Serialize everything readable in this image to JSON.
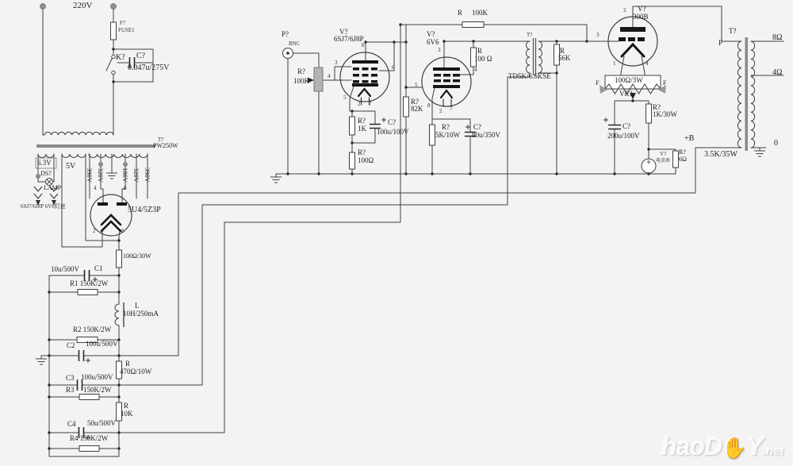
{
  "colors": {
    "wire": "#3f3f3f",
    "background": "#f3f3f1",
    "electrode_bar": "#161616",
    "core_gray": "#8a8a8a"
  },
  "psu": {
    "mains_voltage": "220V",
    "fuse": {
      "ref": "F?",
      "name": "FUSE1"
    },
    "switch_ref": "K?",
    "snubber": {
      "ref": "C?",
      "value": "0.047u/275V"
    },
    "transformer": {
      "ref": "T?",
      "rating": "PW250W",
      "winding_6v3": "6.3V",
      "winding_5v": "5V",
      "hv_taps": [
        "390V",
        "320V",
        "100V",
        "320V",
        "390V"
      ]
    },
    "pilot": {
      "ref": "DS?",
      "label": "LAMP"
    },
    "heater_note": "6SJ7/6J8P 6V6灯丝",
    "rectifier": {
      "name": "5U4/5Z3P",
      "pin4": "4",
      "pin6": "6",
      "pin2": "2",
      "pin8": "8"
    },
    "filter": {
      "r_surge": "100Ω/30W",
      "c1": {
        "ref": "C1",
        "value": "10u/500V"
      },
      "r1": "R1 150K/2W",
      "choke": {
        "ref": "L",
        "value": "10H/250mA"
      },
      "r2": "R2 150K/2W",
      "c2": {
        "ref": "C2",
        "value": "100u/500V"
      },
      "r470": {
        "ref": "R",
        "value": "470Ω/10W"
      },
      "c3": {
        "ref": "C3",
        "value": "100u/500V"
      },
      "r3": {
        "ref": "R3",
        "value": "150K/2W"
      },
      "r10k": {
        "ref": "R",
        "value": "10K"
      },
      "c4": {
        "ref": "C4",
        "value": "50u/500V"
      },
      "r4": "R4 150K/2W"
    }
  },
  "input_stage": {
    "jack": {
      "ref": "P?",
      "type": "BNC"
    },
    "volume": {
      "ref": "R?",
      "value": "100K"
    },
    "tube": {
      "ref": "V?",
      "name": "6SJ7/6J8P",
      "pin3": "3",
      "pin4": "4",
      "pin5": "5",
      "pin6": "6",
      "pin8": "8",
      "pin2": "2",
      "pin7": "7"
    },
    "rk": {
      "ref": "R?",
      "value": "1K"
    },
    "ck": {
      "ref": "C?",
      "value": "100u/100V"
    },
    "r_bias": {
      "ref": "R?",
      "value": "100Ω"
    },
    "r_load": {
      "ref": "R?",
      "value": "82K"
    }
  },
  "driver_stage": {
    "tube": {
      "ref": "V?",
      "name": "6V6",
      "pin3": "3",
      "pin4": "4",
      "pin5": "5",
      "pin8": "8",
      "pin2": "2",
      "pin7": "7"
    },
    "r_screen": {
      "ref": "R",
      "value": "100 Ω"
    },
    "r_fb": {
      "ref": "R",
      "value": "100K"
    },
    "rk": {
      "ref": "R?",
      "value": "5K/10W"
    },
    "ck": {
      "ref": "C?",
      "value": "80u/350V"
    },
    "interstage": {
      "ref": "T?",
      "value": "TD5K/6.6KSE"
    },
    "r_grid": {
      "ref": "R",
      "value": "56K"
    }
  },
  "output_stage": {
    "tube": {
      "ref": "V?",
      "name": "300B",
      "pin2": "2",
      "pin3": "3",
      "pin1": "1",
      "pin4": "4"
    },
    "hum_pot": {
      "ref": "VR?",
      "value": "100Ω/3W",
      "f_left": "F",
      "f_right": "F"
    },
    "rk": {
      "ref": "R?",
      "value": "1K/30W"
    },
    "ck": {
      "ref": "C?",
      "value": "200u/100V"
    },
    "meter": {
      "ref": "V?",
      "note": "电流表"
    },
    "r_shunt": {
      "ref": "R?",
      "value": "6Ω"
    }
  },
  "output_transformer": {
    "ref": "T?",
    "primary_top": "P",
    "primary_bottom": "+B",
    "value": "3.5K/35W",
    "tap_8": "8Ω",
    "tap_4": "4Ω",
    "tap_0": "0"
  },
  "watermark": {
    "part1": "haoD",
    "hand_icon": "✋",
    "part2": "Y",
    "suffix": ".net"
  }
}
